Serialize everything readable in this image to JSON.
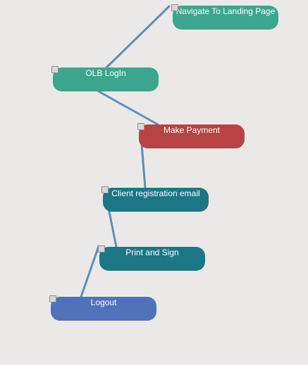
{
  "nodes": [
    {
      "id": "navigate",
      "label": "Navigate To Landing Page",
      "color": "#3ba68d"
    },
    {
      "id": "login",
      "label": "OLB LogIn",
      "color": "#3ba68d"
    },
    {
      "id": "payment",
      "label": "Make Payment",
      "color": "#b74343"
    },
    {
      "id": "registration",
      "label": "Client registration email",
      "color": "#1b7685"
    },
    {
      "id": "print",
      "label": "Print and Sign",
      "color": "#1b7685"
    },
    {
      "id": "logout",
      "label": "Logout",
      "color": "#4f72bb"
    }
  ],
  "edges": [
    {
      "from": "login",
      "to": "navigate"
    },
    {
      "from": "login",
      "to": "payment"
    },
    {
      "from": "payment",
      "to": "registration"
    },
    {
      "from": "registration",
      "to": "print"
    },
    {
      "from": "print",
      "to": "logout"
    }
  ],
  "edge_color": "#5b8fbb"
}
